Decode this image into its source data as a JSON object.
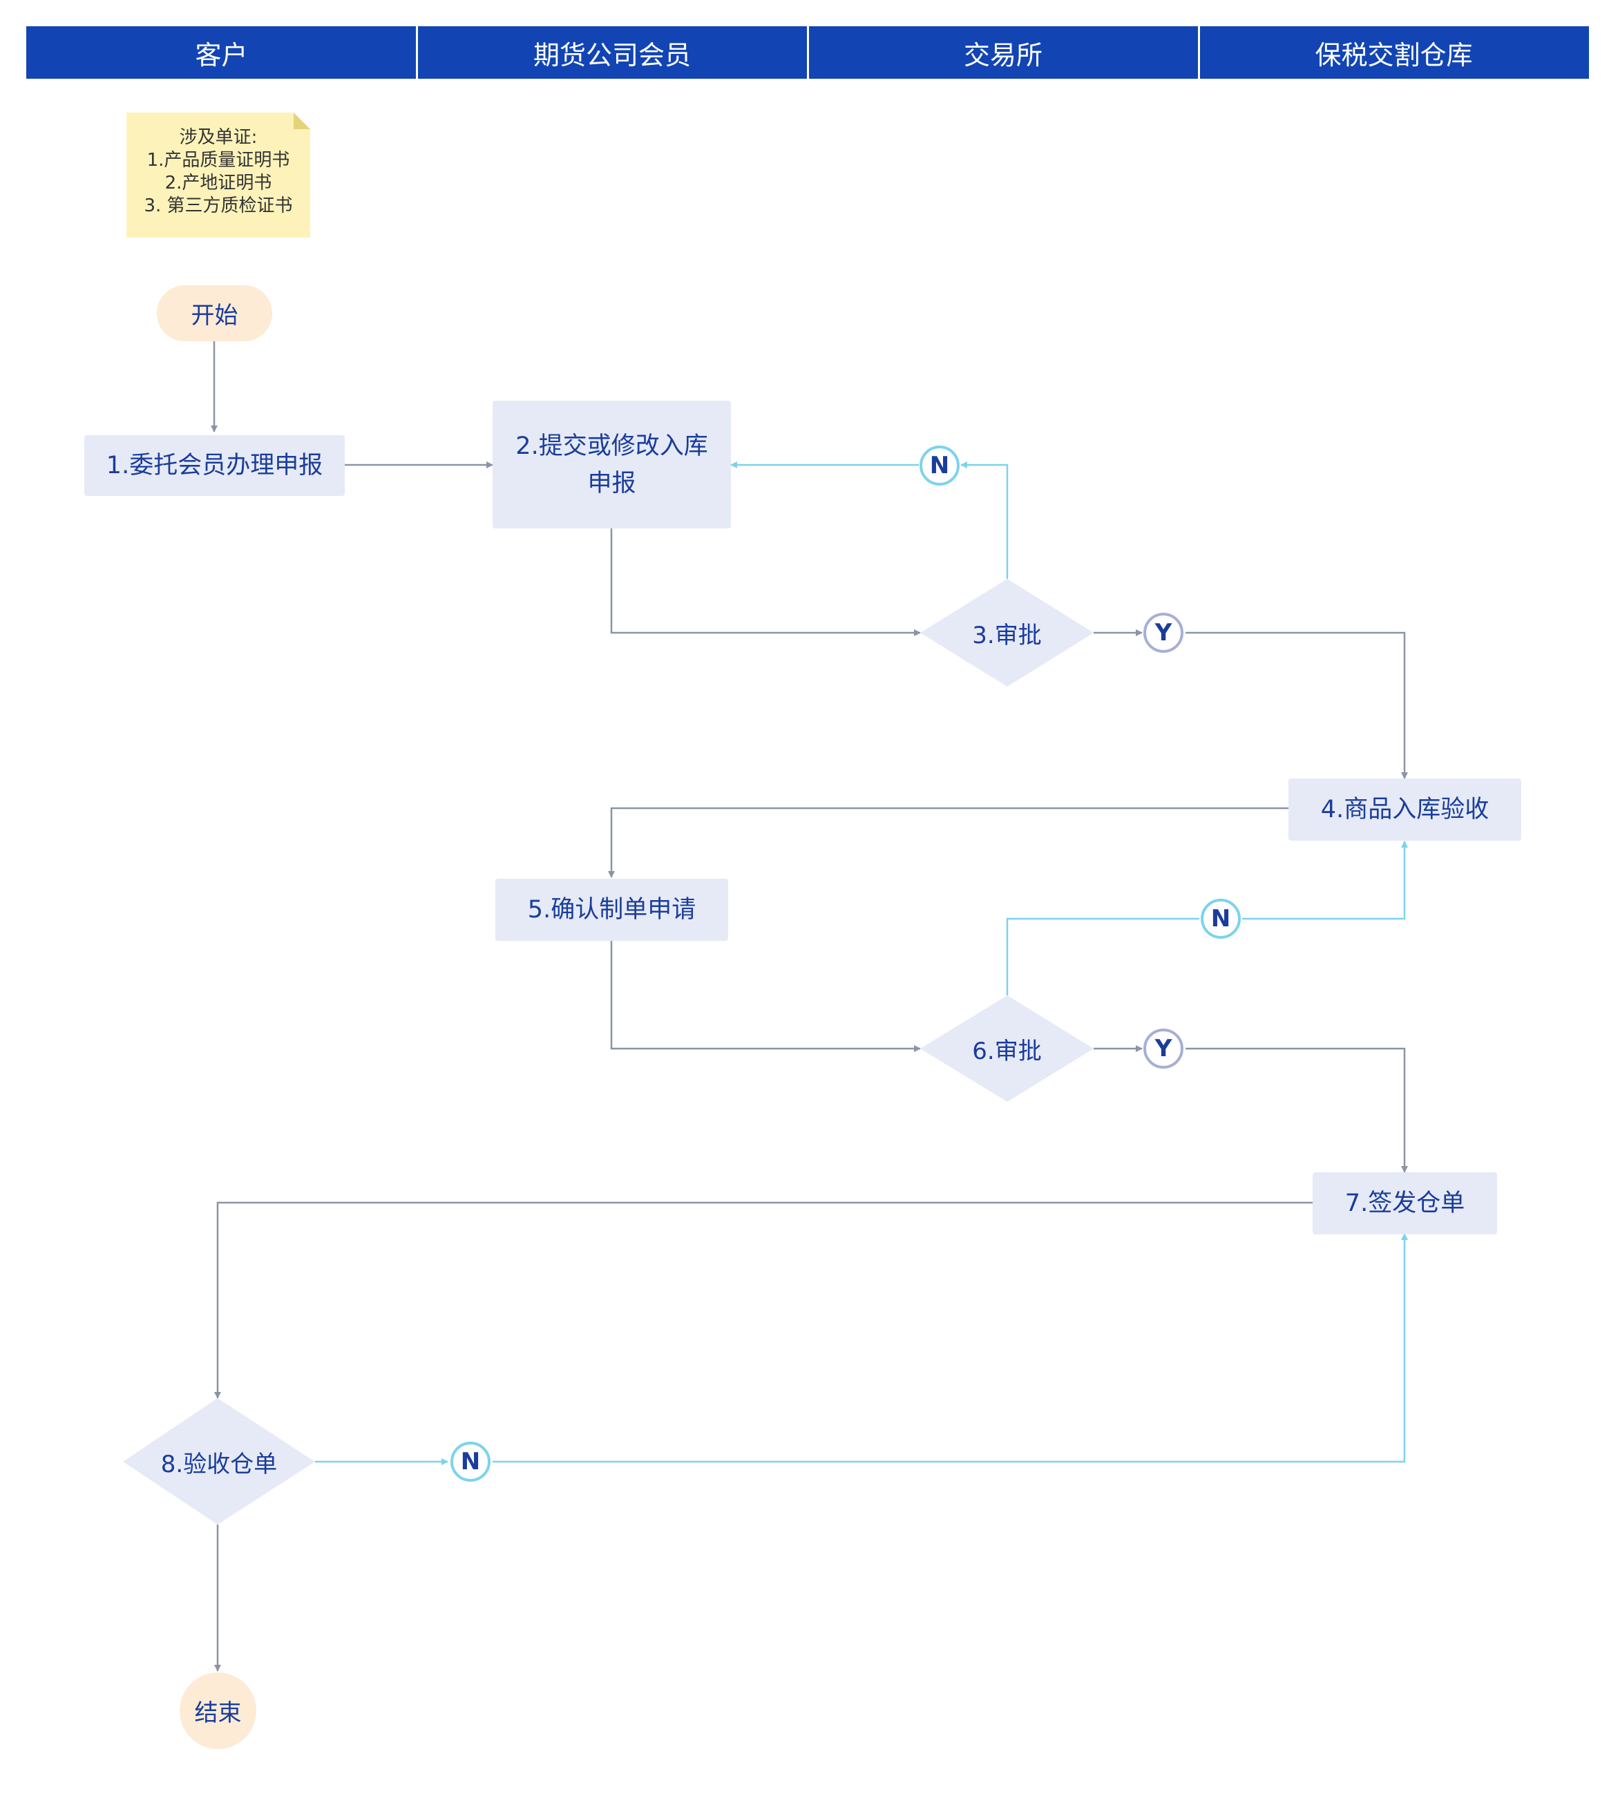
{
  "lanes": [
    "客户",
    "期货公司会员",
    "交易所",
    "保税交割仓库"
  ],
  "note": {
    "lines": [
      "涉及单证:",
      "1.产品质量证明书",
      "2.产地证明书",
      "3. 第三方质检证书"
    ]
  },
  "nodes": {
    "start": "开始",
    "step1": "1.委托会员办理申报",
    "step2_line1": "2.提交或修改入库",
    "step2_line2": "申报",
    "step3": "3.审批",
    "step4": "4.商品入库验收",
    "step5": "5.确认制单申请",
    "step6": "6.审批",
    "step7": "7.签发仓单",
    "step8": "8.验收仓单",
    "end": "结束"
  },
  "branch_labels": {
    "no": "N",
    "yes": "Y"
  },
  "colors": {
    "header": "#1245b3",
    "process_fill": "#e6eaf6",
    "terminal_fill": "#fdebd6",
    "note_fill": "#fdf3ba",
    "flow_line": "#8a94a6",
    "reject_line": "#7cd3ee",
    "node_text": "#1a3d9c"
  }
}
